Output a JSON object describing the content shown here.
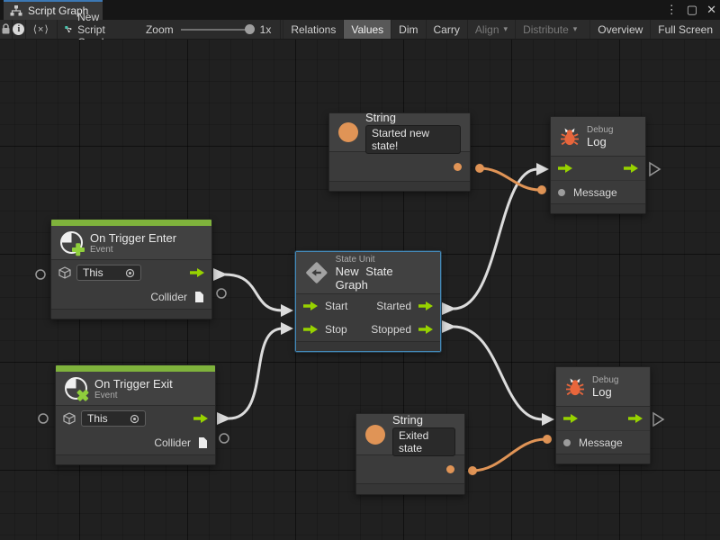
{
  "window": {
    "tab_title": "Script Graph"
  },
  "icons": {
    "menu": "⋮",
    "maximize": "▢",
    "close": "✕",
    "code": "⟨×⟩",
    "dropdown": "▾"
  },
  "toolbar": {
    "graph_name": "New Script Graph",
    "zoom_label": "Zoom",
    "zoom_value": "1x",
    "buttons": {
      "relations": "Relations",
      "values": "Values",
      "dim": "Dim",
      "carry": "Carry",
      "align": "Align",
      "distribute": "Distribute",
      "overview": "Overview",
      "fullscreen": "Full Screen"
    }
  },
  "nodes": {
    "string_top": {
      "title": "String",
      "value": "Started new state!"
    },
    "string_bottom": {
      "title": "String",
      "value": "Exited state"
    },
    "debug_top": {
      "title_small": "Debug",
      "title": "Log",
      "input_label": "Message"
    },
    "debug_bottom": {
      "title_small": "Debug",
      "title": "Log",
      "input_label": "Message"
    },
    "trigger_enter": {
      "title": "On Trigger Enter",
      "subtitle": "Event",
      "target_value": "This",
      "output_label": "Collider"
    },
    "trigger_exit": {
      "title": "On Trigger Exit",
      "subtitle": "Event",
      "target_value": "This",
      "output_label": "Collider"
    },
    "state_unit": {
      "title_small": "State Unit",
      "title": "New State Graph",
      "inputs": [
        "Start",
        "Stop"
      ],
      "outputs": [
        "Started",
        "Stopped"
      ]
    }
  },
  "colors": {
    "flow_green": "#97D200",
    "icon_green": "#8FCE3C",
    "event_green": "#7FB33C",
    "value_orange": "#E09456",
    "bug_orange": "#E8663C",
    "selection_blue": "#4489B8",
    "wire_white": "#DCDCDC"
  }
}
